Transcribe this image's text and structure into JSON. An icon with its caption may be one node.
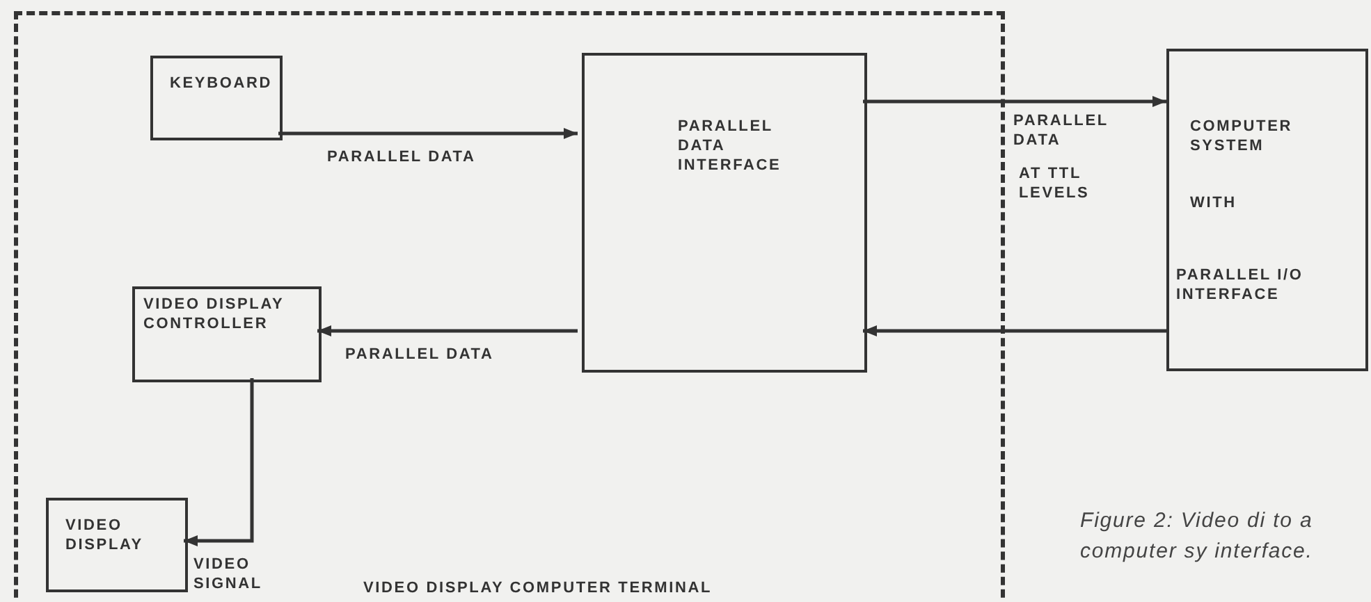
{
  "diagram": {
    "caption": "Figure 2: Video di to a computer sy interface.",
    "nodes": [
      {
        "text": [
          "VIDEO DISPLAY COMPUTER TERMINAL"
        ]
      },
      {
        "text": [
          "KEYBOARD"
        ],
        "in": 0
      },
      {
        "text": [
          "PARALLEL DATA INTERFACE"
        ],
        "in": 0
      },
      {
        "text": [
          "VIDEO DISPLAY CONTROLLER"
        ],
        "in": 0
      },
      {
        "text": [
          "VIDEO DISPLAY"
        ],
        "in": 0
      },
      {
        "text": [
          "COMPUTER SYSTEM",
          "WITH",
          "PARALLEL I/O INTERFACE"
        ]
      }
    ],
    "edges": [
      {
        "from": 1,
        "to": 2,
        "arrow": "to",
        "label": "PARALLEL DATA"
      },
      {
        "from": 2,
        "to": 5,
        "arrow": "to"
      },
      {
        "from": 5,
        "to": 2,
        "arrow": "to"
      },
      {
        "from": 2,
        "to": 3,
        "arrow": "to",
        "label": "PARALLEL DATA"
      },
      {
        "from": 3,
        "to": 4,
        "arrow": "to",
        "label": "VIDEO SIGNAL"
      }
    ],
    "labels": [
      "PARALLEL DATA",
      "AT TTL LEVELS"
    ]
  }
}
